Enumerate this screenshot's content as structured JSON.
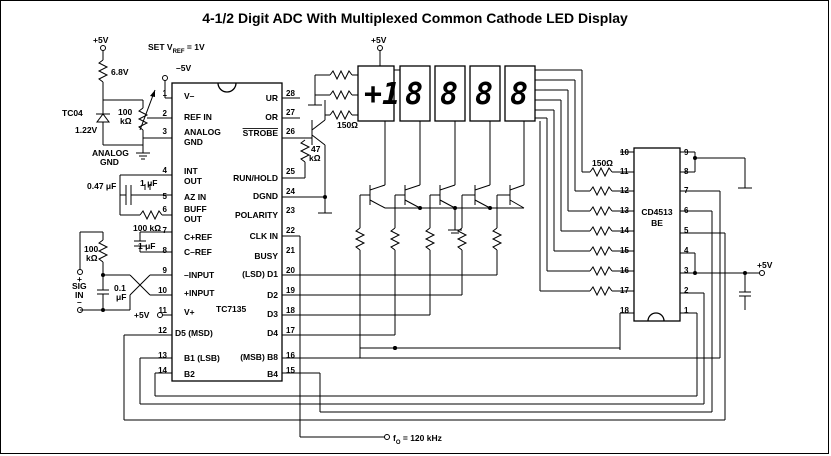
{
  "title": "4-1/2 Digit ADC With Multiplexed Common Cathode LED Display",
  "adc": {
    "name": "TC7135",
    "left_pins": [
      {
        "num": "1",
        "label": "V–"
      },
      {
        "num": "2",
        "label": "REF IN"
      },
      {
        "num": "3",
        "label": "ANALOG"
      },
      {
        "num": "",
        "label": "GND"
      },
      {
        "num": "4",
        "label": "INT"
      },
      {
        "num": "",
        "label": "OUT"
      },
      {
        "num": "5",
        "label": "AZ IN"
      },
      {
        "num": "6",
        "label": "BUFF"
      },
      {
        "num": "",
        "label": "OUT"
      },
      {
        "num": "7",
        "label": "C+REF"
      },
      {
        "num": "8",
        "label": "C–REF"
      },
      {
        "num": "9",
        "label": "–INPUT"
      },
      {
        "num": "10",
        "label": "+INPUT"
      },
      {
        "num": "11",
        "label": "V+"
      },
      {
        "num": "12",
        "label": "D5 (MSD)"
      },
      {
        "num": "13",
        "label": "B1 (LSB)"
      },
      {
        "num": "14",
        "label": "B2"
      }
    ],
    "right_pins": [
      {
        "num": "28",
        "label": "UR"
      },
      {
        "num": "27",
        "label": "OR"
      },
      {
        "num": "26",
        "label": "STROBE"
      },
      {
        "num": "25",
        "label": "RUN/HOLD"
      },
      {
        "num": "24",
        "label": "DGND"
      },
      {
        "num": "23",
        "label": "POLARITY"
      },
      {
        "num": "22",
        "label": "CLK IN"
      },
      {
        "num": "21",
        "label": "BUSY"
      },
      {
        "num": "20",
        "label": "(LSD) D1"
      },
      {
        "num": "19",
        "label": "D2"
      },
      {
        "num": "18",
        "label": "D3"
      },
      {
        "num": "17",
        "label": "D4"
      },
      {
        "num": "16",
        "label": "(MSB) B8"
      },
      {
        "num": "15",
        "label": "B4"
      }
    ]
  },
  "decoder": {
    "name": "CD4513",
    "suffix": "BE",
    "left_pins": [
      "10",
      "11",
      "12",
      "13",
      "14",
      "15",
      "16",
      "17",
      "18"
    ],
    "right_pins": [
      "9",
      "8",
      "7",
      "6",
      "5",
      "4",
      "3",
      "2",
      "1"
    ]
  },
  "display": {
    "digits": [
      "+1",
      "8",
      "8",
      "8",
      "8"
    ]
  },
  "labels": {
    "vplus5_top": "+5V",
    "r68": "6.8V",
    "set_vref": "SET V",
    "set_vref_sub": "REF",
    "set_vref_val": " = 1V",
    "minus5": "–5V",
    "tc04": "TC04",
    "v122": "1.22V",
    "pot100": "100",
    "pot100_unit": "kΩ",
    "analog_gnd": "ANALOG",
    "analog_gnd2": "GND",
    "cap047": "0.47 μF",
    "cap1uf": "1 μF",
    "r100k": "100 kΩ",
    "cref1uf": "1 μF",
    "r100k_in": "100",
    "r100k_in_unit": "kΩ",
    "cap01": "0.1",
    "cap01_unit": "μF",
    "sig": "SIG",
    "in": "IN",
    "plus": "+",
    "minus": "–",
    "plus5_v": "+5V",
    "disp_5v": "+5V",
    "r150_a": "150Ω",
    "r47": "47",
    "r47_unit": "kΩ",
    "r150_b": "150Ω",
    "dec_5v": "+5V",
    "clock": "f",
    "clock_sub": "O",
    "clock_val": " = 120 kHz"
  }
}
